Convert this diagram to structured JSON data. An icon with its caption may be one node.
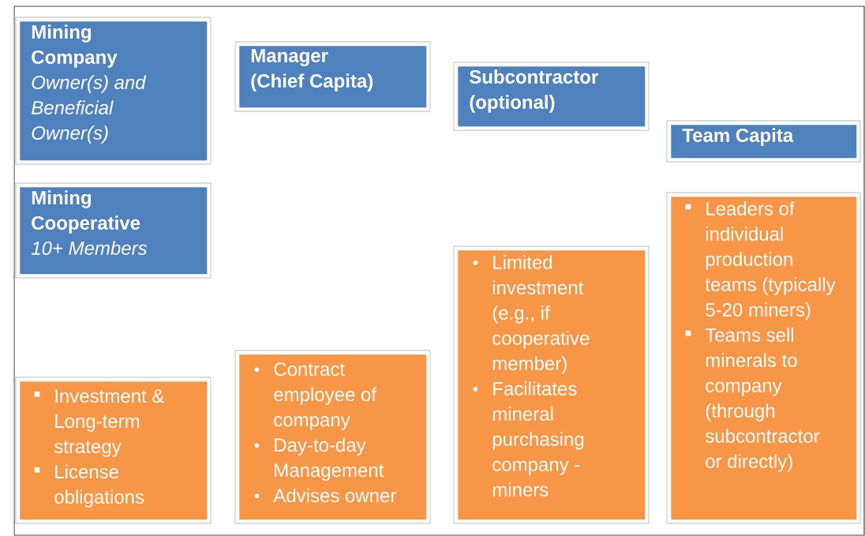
{
  "diagram": {
    "nodes": [
      {
        "text": [
          "Mining Company",
          "Owner(s)  and Beneficial Owner(s)"
        ]
      },
      {
        "text": [
          "Mining Cooperative",
          "10+ Members"
        ]
      },
      {
        "text": [
          "Manager (Chief Capita)"
        ]
      },
      {
        "text": [
          "Subcontractor (optional)"
        ]
      },
      {
        "text": [
          "Team Capita"
        ]
      },
      {
        "text": [
          "Investment  & Long-term strategy",
          "License obligations"
        ]
      },
      {
        "text": [
          "Contract employee of company",
          "Day-to-day Management",
          "Advises owner"
        ]
      },
      {
        "text": [
          "Limited investment (e.g., if cooperative member)",
          "Facilitates mineral purchasing company - miners"
        ]
      },
      {
        "text": [
          "Leaders of individual production teams (typically 5-20 miners)",
          "Teams sell minerals to company (through subcontractor or directly)"
        ]
      }
    ]
  }
}
